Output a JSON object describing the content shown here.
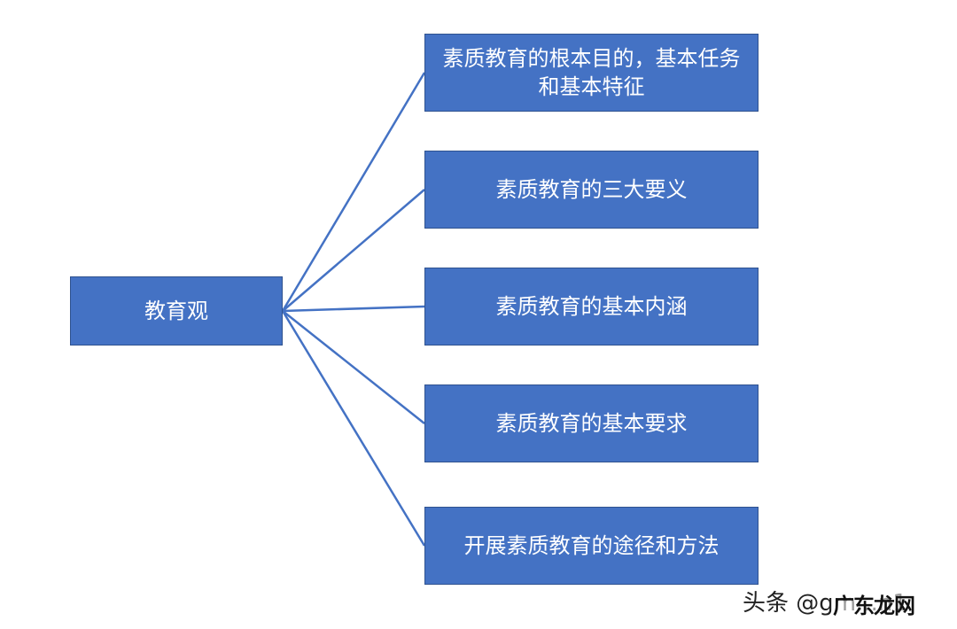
{
  "diagram": {
    "root": {
      "label": "教育观"
    },
    "children": [
      {
        "label": "素质教育的根本目的，基本任务和基本特征"
      },
      {
        "label": "素质教育的三大要义"
      },
      {
        "label": "素质教育的基本内涵"
      },
      {
        "label": "素质教育的基本要求"
      },
      {
        "label": "开展素质教育的途径和方法"
      }
    ],
    "colors": {
      "node_fill": "#4472c4",
      "node_border": "#2f528f",
      "connector": "#4472c4",
      "text": "#ffffff"
    }
  },
  "watermark": {
    "text": "头条 @gm...n1",
    "overlay": "广东龙网"
  }
}
